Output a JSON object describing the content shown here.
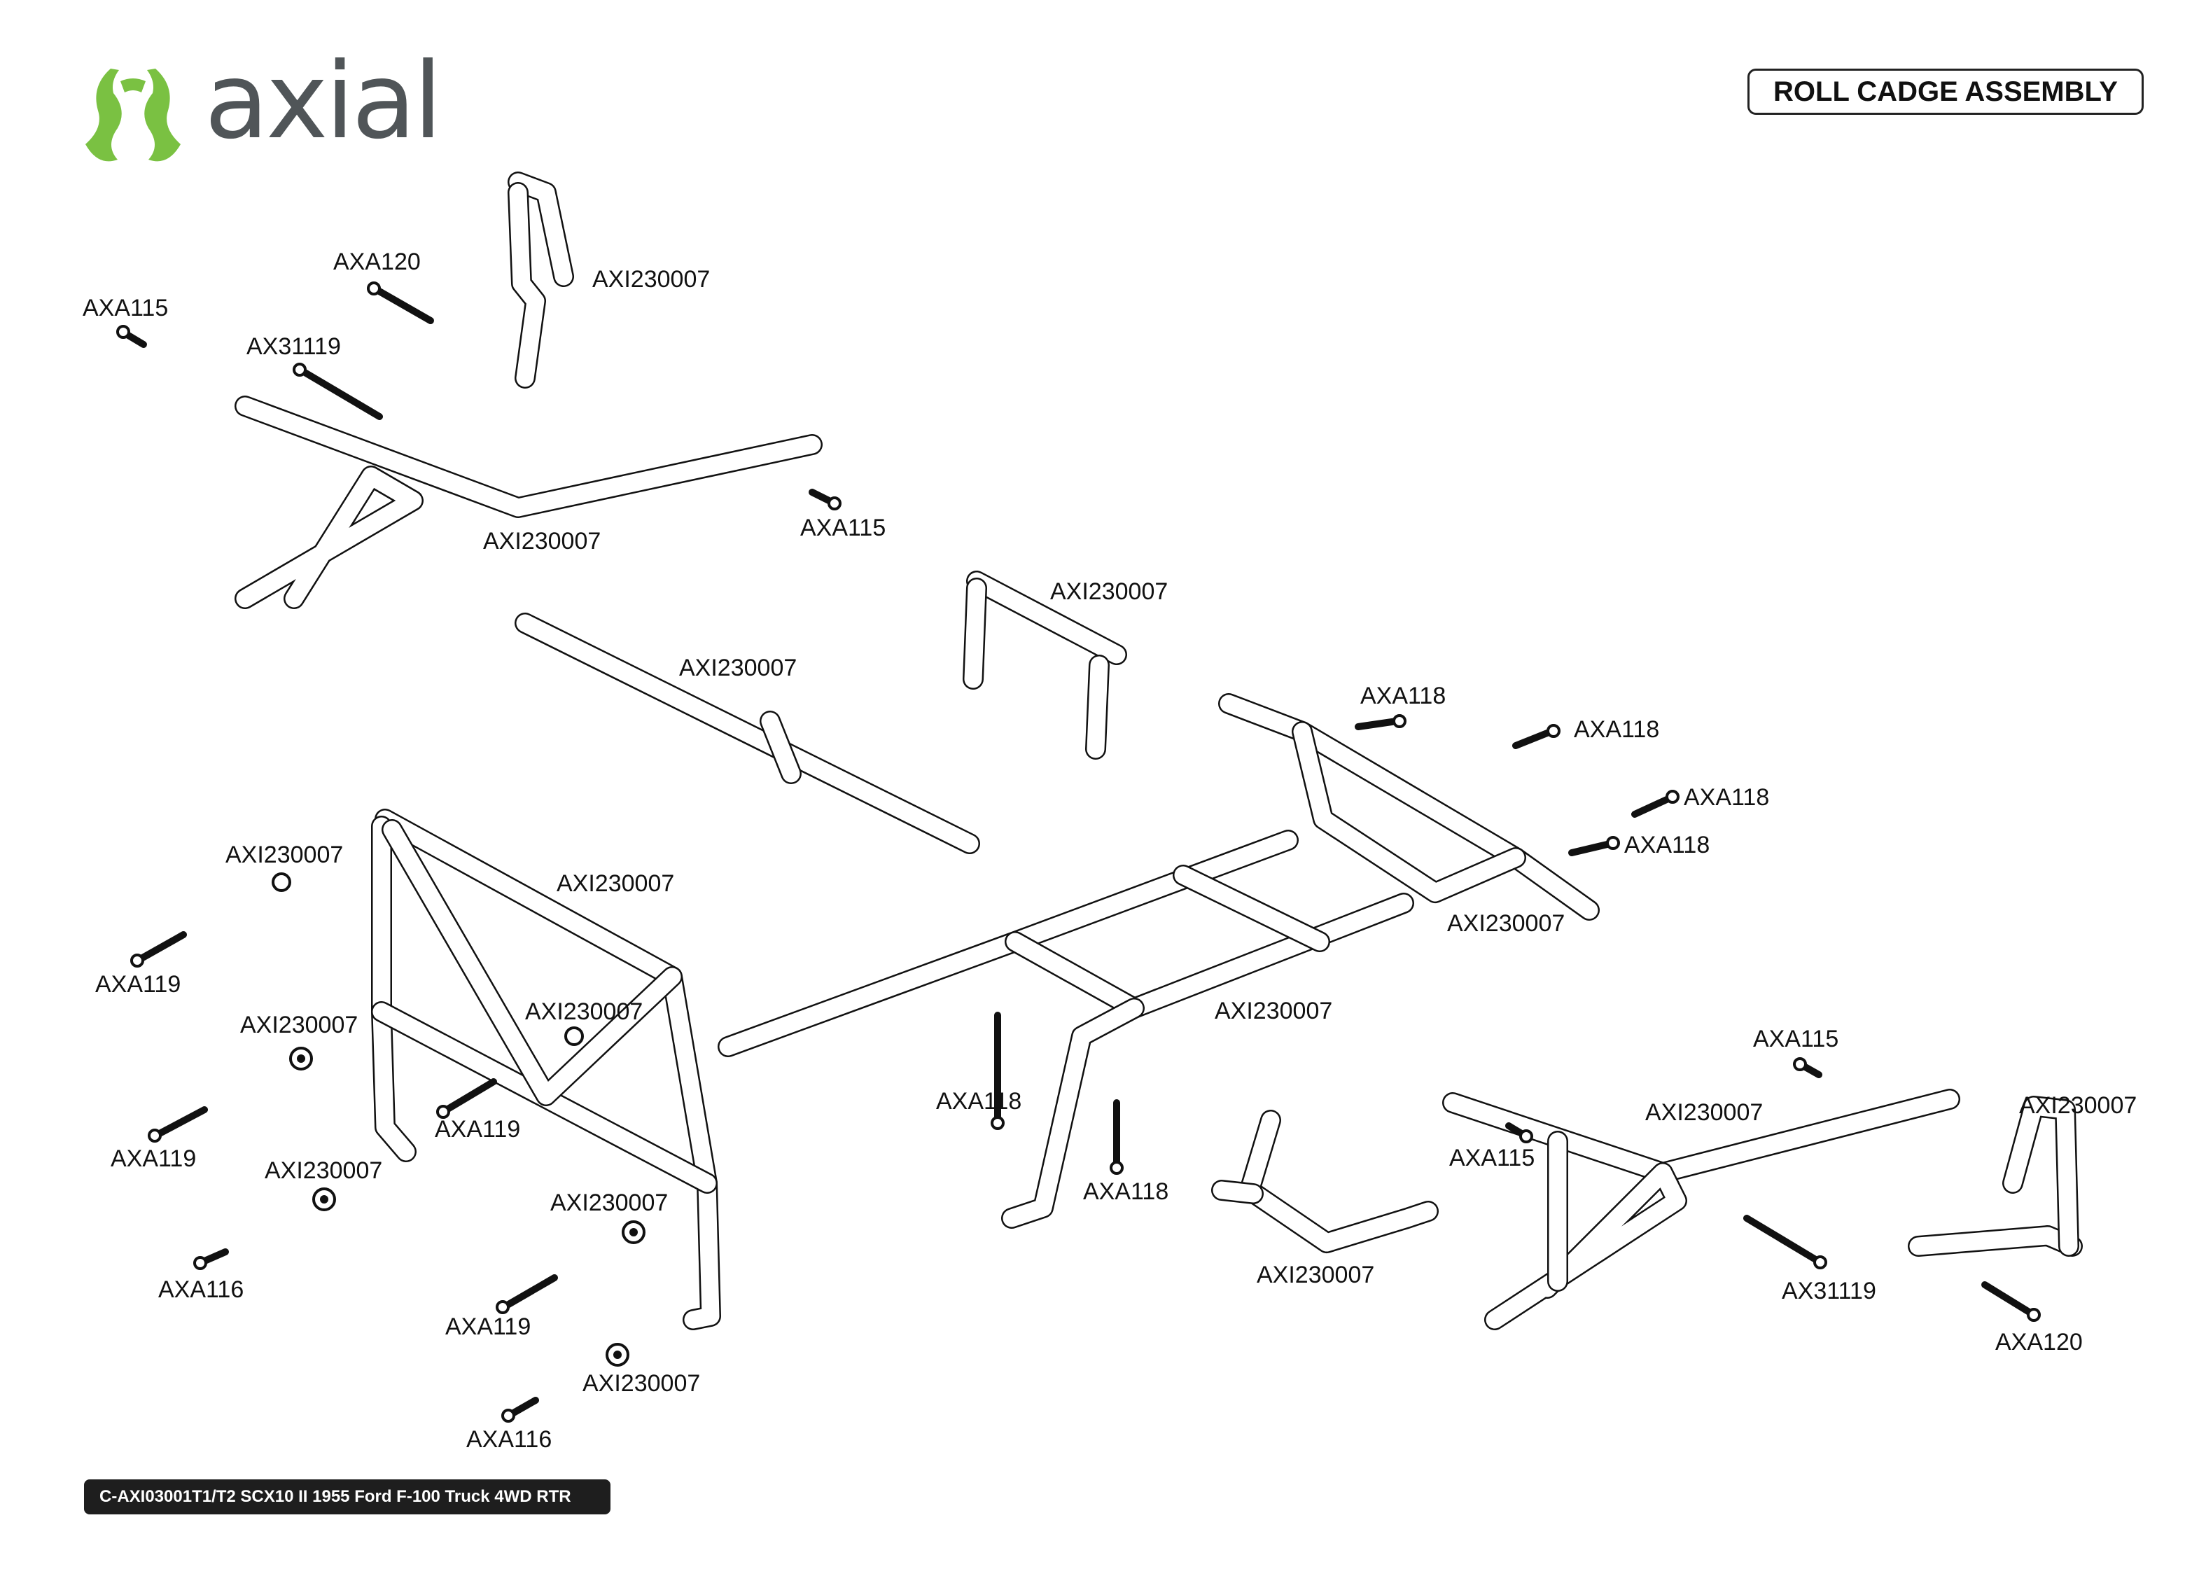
{
  "brand": {
    "name": "axial",
    "logo_color": "#7ac142",
    "text_color": "#505558"
  },
  "title": "ROLL CADGE ASSEMBLY",
  "footer": "C-AXI03001T1/T2 SCX10 II 1955 Ford F-100 Truck 4WD RTR",
  "labels": [
    "AXA115",
    "AXA120",
    "AX31119",
    "AXI230007",
    "AXI230007",
    "AXA115",
    "AXI230007",
    "AXI230007",
    "AXA118",
    "AXA118",
    "AXA118",
    "AXA118",
    "AXI230007",
    "AXI230007",
    "AXI230007",
    "AXA119",
    "AXI230007",
    "AXI230007",
    "AXA119",
    "AXA119",
    "AXI230007",
    "AXI230007",
    "AXA116",
    "AXA119",
    "AXI230007",
    "AXA116",
    "AXI230007",
    "AXA118",
    "AXA118",
    "AXI230007",
    "AXA115",
    "AXI230007",
    "AXA115",
    "AXI230007",
    "AX31119",
    "AXA120"
  ]
}
